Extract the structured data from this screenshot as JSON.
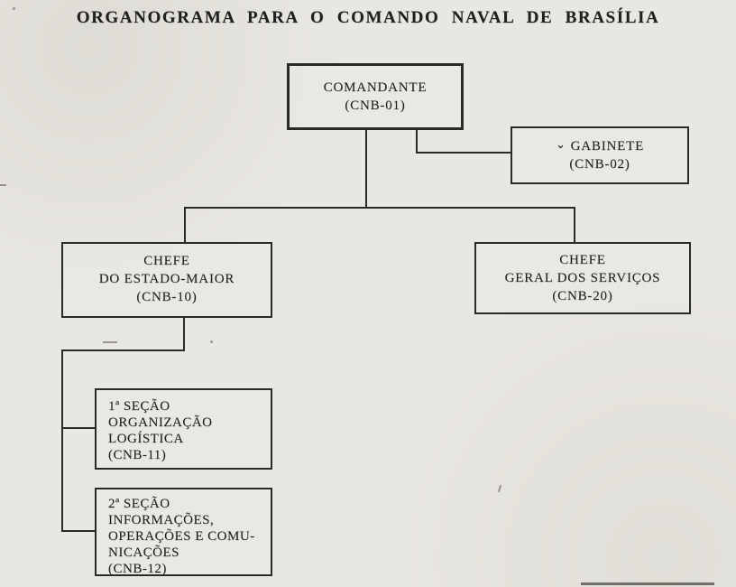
{
  "title": "ORGANOGRAMA PARA O COMANDO NAVAL DE BRASÍLIA",
  "colors": {
    "ink": "#2a2a28",
    "paper": "#e9e7e1"
  },
  "nodes": {
    "comandante": {
      "name": "COMANDANTE",
      "code": "(CNB-01)"
    },
    "gabinete": {
      "mark": "⌄",
      "name": "GABINETE",
      "code": "(CNB-02)"
    },
    "chefe_estado_maior": {
      "lines": [
        "CHEFE",
        "DO ESTADO-MAIOR",
        "(CNB-10)"
      ]
    },
    "chefe_geral_servicos": {
      "lines": [
        "CHEFE",
        "GERAL DOS SERVIÇOS",
        "(CNB-20)"
      ]
    },
    "secao1": {
      "lines": [
        "1ª SEÇÃO",
        "ORGANIZAÇÃO",
        "LOGÍSTICA",
        "(CNB-11)"
      ]
    },
    "secao2": {
      "lines": [
        "2ª SEÇÃO",
        "INFORMAÇÕES,",
        "OPERAÇÕES E COMU-",
        "NICAÇÕES",
        "(CNB-12)"
      ]
    }
  }
}
